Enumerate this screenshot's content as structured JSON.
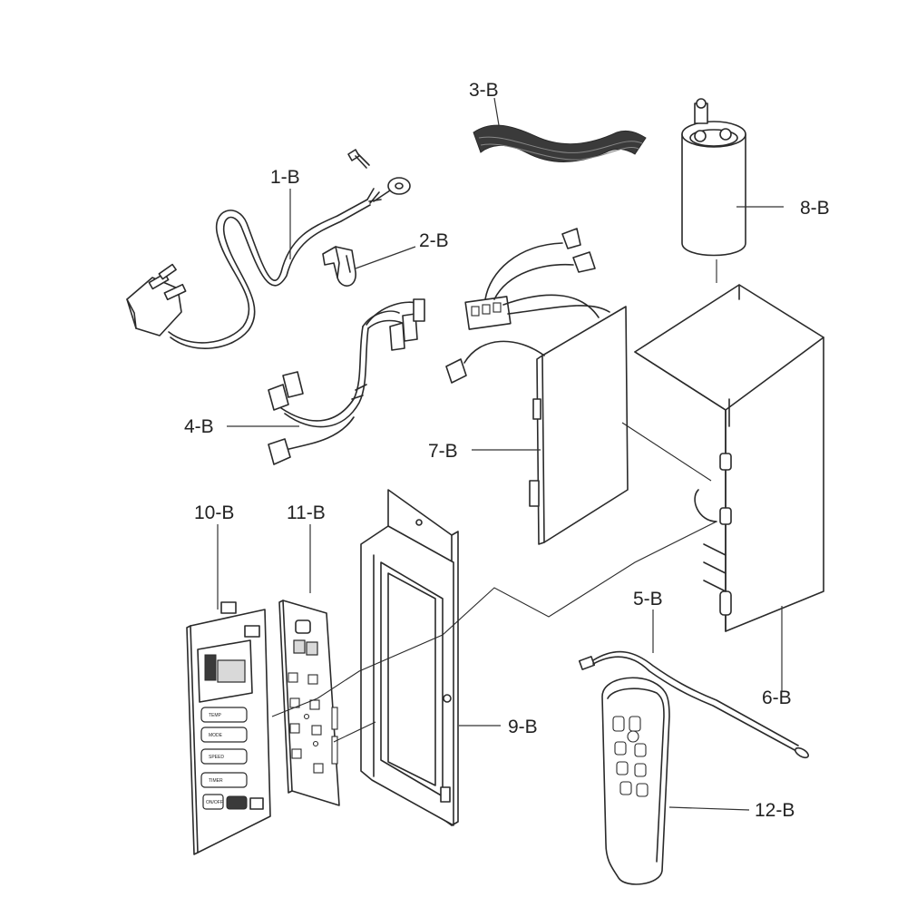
{
  "labels": {
    "part_1B": "1-B",
    "part_2B": "2-B",
    "part_3B": "3-B",
    "part_4B": "4-B",
    "part_5B": "5-B",
    "part_6B": "6-B",
    "part_7B": "7-B",
    "part_8B": "8-B",
    "part_9B": "9-B",
    "part_10B": "10-B",
    "part_11B": "11-B",
    "part_12B": "12-B"
  }
}
